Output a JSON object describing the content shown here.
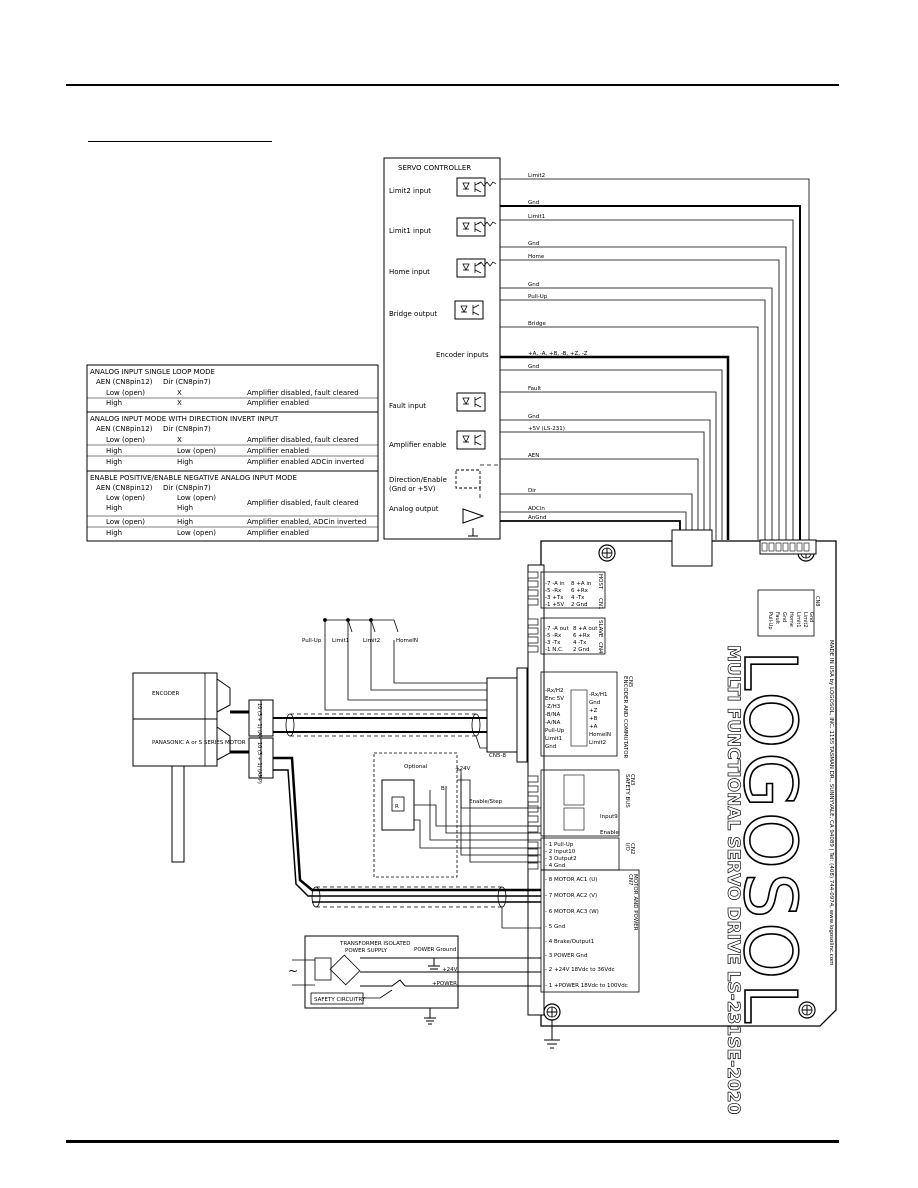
{
  "servo_controller": {
    "title": "SERVO CONTROLLER",
    "inputs": [
      "Limit2 input",
      "Limit1 input",
      "Home input",
      "Bridge output",
      "Encoder inputs",
      "Fault input",
      "Amplifier enable",
      "Direction/Enable",
      "(Gnd or +5V)",
      "Analog output"
    ],
    "signals": [
      "Limit2",
      "Gnd",
      "Limit1",
      "Gnd",
      "Home",
      "Gnd",
      "Pull-Up",
      "Bridge",
      "+A, -A, +B, -B, +Z, -Z",
      "Gnd",
      "Fault",
      "Gnd",
      "+5V (LS-231)",
      "AEN",
      "Dir",
      "ADCin",
      "AnGnd"
    ]
  },
  "tables": [
    {
      "title": "ANALOG INPUT SINGLE LOOP MODE",
      "header": [
        "AEN (CN8pin12)",
        "Dir (CN8pin7)",
        ""
      ],
      "rows": [
        [
          "Low (open)",
          "X",
          "Amplifier disabled, fault cleared"
        ],
        [
          "High",
          "X",
          "Amplifier enabled"
        ]
      ]
    },
    {
      "title": "ANALOG INPUT MODE WITH DIRECTION INVERT INPUT",
      "header": [
        "AEN (CN8pin12)",
        "Dir (CN8pin7)",
        ""
      ],
      "rows": [
        [
          "Low (open)",
          "X",
          "Amplifier disabled, fault cleared"
        ],
        [
          "High",
          "Low (open)",
          "Amplifier enabled"
        ],
        [
          "High",
          "High",
          "Amplifier enabled ADCin inverted"
        ]
      ]
    },
    {
      "title": "ENABLE POSITIVE/ENABLE NEGATIVE ANALOG INPUT MODE",
      "header": [
        "AEN (CN8pin12)",
        "Dir (CN8pin7)",
        ""
      ],
      "rows": [
        [
          "Low (open)",
          "Low (open)",
          "Amplifier disabled, fault cleared"
        ],
        [
          "High",
          "High",
          ""
        ],
        [
          "Low (open)",
          "High",
          "Amplifier enabled, ADCin inverted"
        ],
        [
          "High",
          "Low (open)",
          "Amplifier enabled"
        ]
      ]
    }
  ],
  "drive": {
    "brand": "LOGOSOL",
    "model": "MULTI FUNCTIONAL SERVO DRIVE LS-231SE-2020",
    "address": "MADE IN USA by LOGOSOL, INC. 1155 TASMAN DR., SUNNYVALE, CA 94089 | Tel: (408) 744-0974, www.logosolinc.com",
    "connectors": {
      "host": {
        "label": "HOST",
        "id": "CN1",
        "pins": [
          "-7 -A in",
          "8 +A in",
          "-5 -Rx",
          "6 +Rx",
          "-3 +Tx",
          "4 -Tx",
          "-1 +5V",
          "2 Gnd"
        ]
      },
      "slave": {
        "label": "SLAVE",
        "id": "CN4",
        "pins": [
          "-7 -A out",
          "8 +A out",
          "-5 -Rx",
          "6 +Rx",
          "-3 -Tx",
          "4 -Tx",
          "-1 N.C.",
          "2 Gnd"
        ]
      },
      "encoder": {
        "label": "ENCODER AND COMMUTATOR",
        "id": "CN5",
        "left": [
          "-Rx/H2",
          "Enc 5V",
          "-Z/H3",
          "-B/NA",
          "-A/NA",
          "Pull-Up",
          "Limit1",
          "Gnd"
        ],
        "right": [
          "-Rx/H1",
          "Gnd",
          "+Z",
          "+B",
          "+A",
          "HomeIN",
          "Limit2"
        ]
      },
      "safety": {
        "label": "SAFETY BUS",
        "id": "CN3",
        "pins": [
          "Input9",
          "Enable"
        ]
      },
      "io": {
        "label": "I/O",
        "id": "CN2",
        "pins": [
          "- 1  Pull-Up",
          "- 2  Input10",
          "- 3  Output2",
          "- 4  Gnd"
        ]
      },
      "motor_power": {
        "label": "MOTOR AND POWER",
        "id": "CN7",
        "pins": [
          "- 8  MOTOR AC1 (U)",
          "- 7  MOTOR AC2 (V)",
          "- 6  MOTOR AC3 (W)",
          "- 5  Gnd",
          "- 4  Brake/Output1",
          "- 3  POWER Gnd",
          "- 2  +24V      18Vdc to 36Vdc",
          "- 1  +POWER 18Vdc to 100Vdc"
        ]
      },
      "cn8": {
        "id": "CN8",
        "labels": [
          "Gnd",
          "Limit2",
          "Limit1",
          "Home",
          "Gnd",
          "Fault",
          "Pull-Up"
        ]
      }
    }
  },
  "motor": {
    "encoder_label": "ENCODER",
    "motor_label": "PANASONIC A or S SERIES MOTOR",
    "cable1": "10 (3 + 1) (AMP)",
    "cable2": "10 (3 + 1) (AMP)"
  },
  "limits": [
    "Pull-Up",
    "Limit1",
    "Limit2",
    "HomeIN"
  ],
  "misc": {
    "cn5_label": "CN5-8",
    "plus24": "+24V",
    "enable_step": "Enable/Step",
    "optional": "Optional",
    "relay_r": "R",
    "relay_b": "B"
  },
  "psu": {
    "title": "TRANSFORMER ISOLATED\nPOWER SUPPLY",
    "title1": "TRANSFORMER ISOLATED",
    "title2": "POWER SUPPLY",
    "power_ground": "POWER Ground",
    "plus24": "+24V",
    "plus_power": "+POWER",
    "safety": "SAFETY CIRCUITRY"
  }
}
